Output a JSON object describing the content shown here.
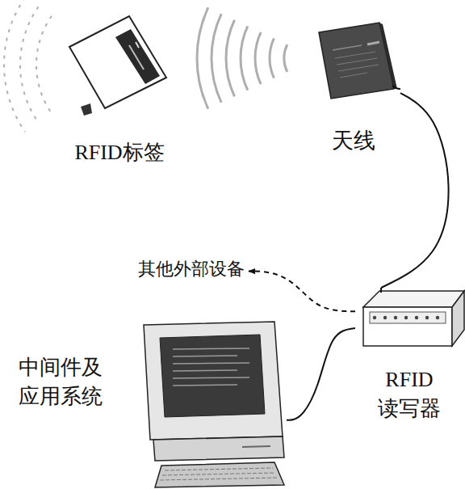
{
  "diagram": {
    "nodes": [
      {
        "text": [
          "RFID标签"
        ]
      },
      {
        "text": [
          "天线"
        ]
      },
      {
        "text": [
          "其他外部设备"
        ]
      },
      {
        "text": [
          "中间件及 应用系统"
        ]
      },
      {
        "text": [
          "RFID 读写器"
        ]
      }
    ],
    "edges": [
      {
        "from": 1,
        "to": 4,
        "arrow": "none"
      },
      {
        "from": 4,
        "to": 2,
        "arrow": "to"
      },
      {
        "from": 4,
        "to": 3,
        "arrow": "none"
      }
    ]
  }
}
